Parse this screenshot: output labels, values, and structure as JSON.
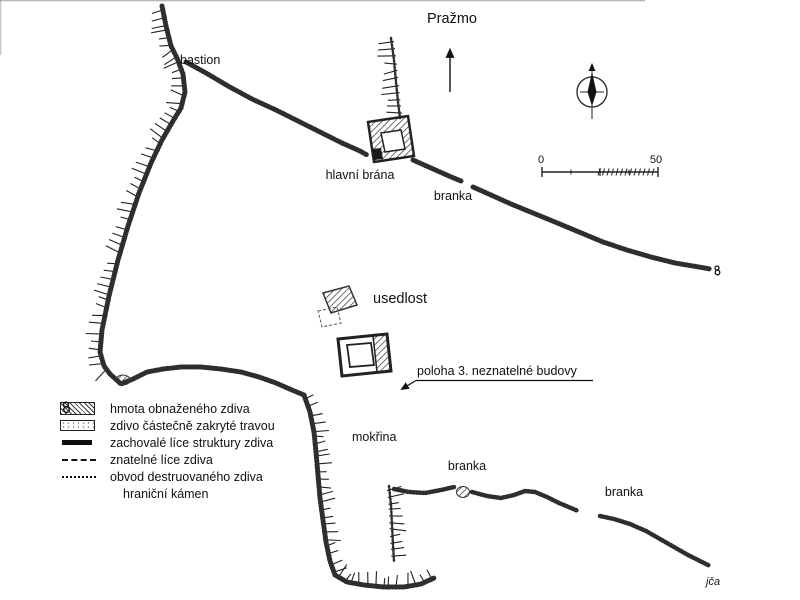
{
  "map": {
    "labels": {
      "prazmo": "Pražmo",
      "bastion": "bastion",
      "hlavni_brana": "hlavní brána",
      "branka_1": "branka",
      "usedlost": "usedlost",
      "poloha": "poloha 3. neznatelné budovy",
      "mokrina": "mokřina",
      "branka_2": "branka",
      "branka_3": "branka",
      "signature": "jča"
    },
    "scale_bar": {
      "start": "0",
      "end": "50"
    }
  },
  "legend": {
    "items": [
      {
        "symbol": "exposed-masonry-hatched-swatch",
        "label": "hmota obnaženého zdiva"
      },
      {
        "symbol": "masonry-covered-by-grass-swatch",
        "label": "zdivo částečně zakryté travou"
      },
      {
        "symbol": "preserved-wall-face-thick-line",
        "label": "zachovalé líce struktury zdiva"
      },
      {
        "symbol": "discernible-wall-face-dashed-line",
        "label": "znatelné líce zdiva"
      },
      {
        "symbol": "destroyed-wall-outline-dotted-line",
        "label": "obvod destruovaného zdiva"
      },
      {
        "symbol": "boundary-stone-mark",
        "label": "hraniční kámen"
      }
    ]
  },
  "colors": {
    "ink": "#1a1a1a",
    "paper": "#ffffff"
  }
}
